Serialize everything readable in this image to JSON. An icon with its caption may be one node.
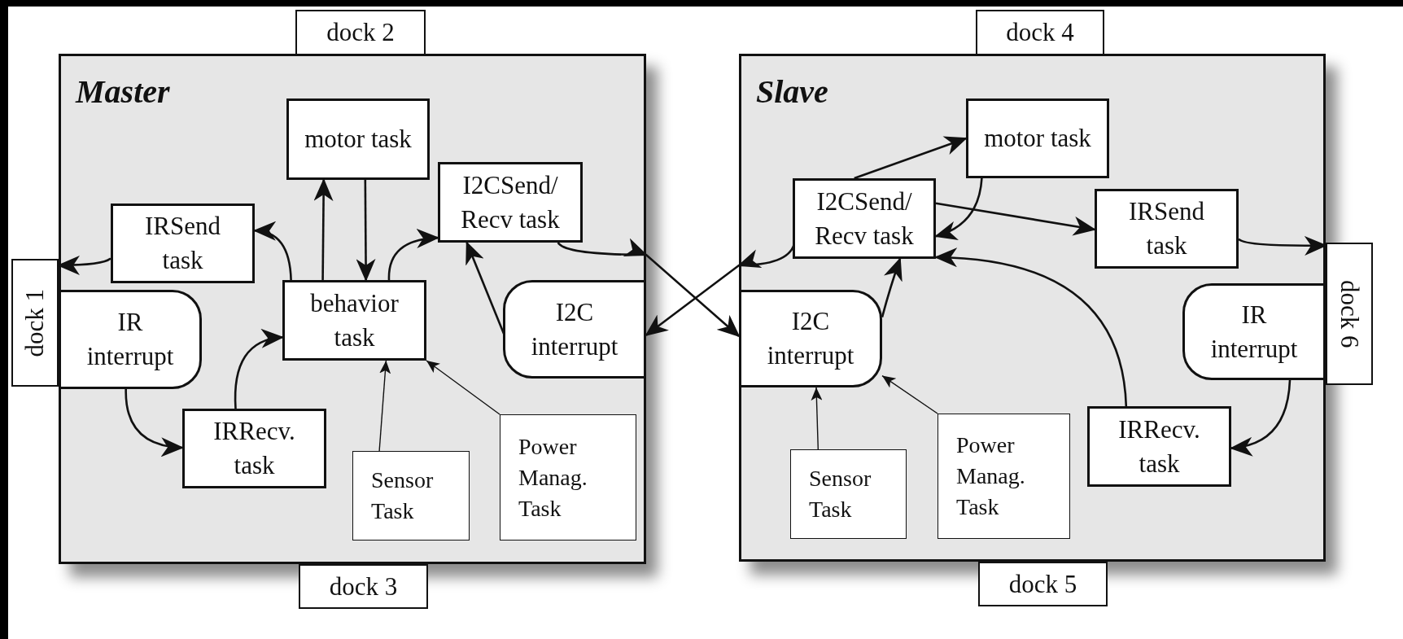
{
  "diagram": {
    "nodes": [
      {
        "text": [
          "dock 2"
        ]
      },
      {
        "text": [
          "dock 4"
        ]
      },
      {
        "text": [
          "Master"
        ]
      },
      {
        "text": [
          "motor task"
        ],
        "in": 2
      },
      {
        "text": [
          "I2CSend/ Recv task"
        ],
        "in": 2
      },
      {
        "text": [
          "IRSend task"
        ],
        "in": 2
      },
      {
        "text": [
          "behavior task"
        ],
        "in": 2
      },
      {
        "text": [
          "IR interrupt"
        ],
        "in": 2
      },
      {
        "text": [
          "I2C interrupt"
        ],
        "in": 2
      },
      {
        "text": [
          "IRRecv. task"
        ],
        "in": 2
      },
      {
        "text": [
          "Sensor Task"
        ],
        "in": 2
      },
      {
        "text": [
          "Power Manag. Task"
        ],
        "in": 2
      },
      {
        "text": [
          "dock 1"
        ]
      },
      {
        "text": [
          "Slave"
        ]
      },
      {
        "text": [
          "motor task"
        ],
        "in": 13
      },
      {
        "text": [
          "I2CSend/ Recv task"
        ],
        "in": 13
      },
      {
        "text": [
          "IRSend task"
        ],
        "in": 13
      },
      {
        "text": [
          "I2C interrupt"
        ],
        "in": 13
      },
      {
        "text": [
          "IR interrupt"
        ],
        "in": 13
      },
      {
        "text": [
          "IRRecv. task"
        ],
        "in": 13
      },
      {
        "text": [
          "Sensor Task"
        ],
        "in": 13
      },
      {
        "text": [
          "Power Manag. Task"
        ],
        "in": 13
      },
      {
        "text": [
          "dock 6"
        ]
      },
      {
        "text": [
          "dock 3"
        ]
      },
      {
        "text": [
          "dock 5"
        ]
      }
    ],
    "edges": [
      {
        "from": 5,
        "to": 12,
        "arrow": "to"
      },
      {
        "from": 6,
        "to": 5,
        "arrow": "to"
      },
      {
        "from": 6,
        "to": 3,
        "arrow": "to"
      },
      {
        "from": 3,
        "to": 6,
        "arrow": "to"
      },
      {
        "from": 6,
        "to": 4,
        "arrow": "to"
      },
      {
        "from": 8,
        "to": 4,
        "arrow": "to"
      },
      {
        "from": 7,
        "to": 9,
        "arrow": "to"
      },
      {
        "from": 9,
        "to": 6,
        "arrow": "to"
      },
      {
        "from": 10,
        "to": 6,
        "arrow": "to"
      },
      {
        "from": 11,
        "to": 6,
        "arrow": "to"
      },
      {
        "from": 4,
        "to": 17,
        "arrow": "to"
      },
      {
        "from": 15,
        "to": 8,
        "arrow": "to"
      },
      {
        "from": 15,
        "to": 14,
        "arrow": "to"
      },
      {
        "from": 14,
        "to": 15,
        "arrow": "to"
      },
      {
        "from": 15,
        "to": 16,
        "arrow": "to"
      },
      {
        "from": 16,
        "to": 22,
        "arrow": "to"
      },
      {
        "from": 18,
        "to": 19,
        "arrow": "to"
      },
      {
        "from": 19,
        "to": 15,
        "arrow": "to"
      },
      {
        "from": 17,
        "to": 15,
        "arrow": "to"
      },
      {
        "from": 20,
        "to": 17,
        "arrow": "to"
      },
      {
        "from": 21,
        "to": 17,
        "arrow": "to"
      }
    ]
  }
}
